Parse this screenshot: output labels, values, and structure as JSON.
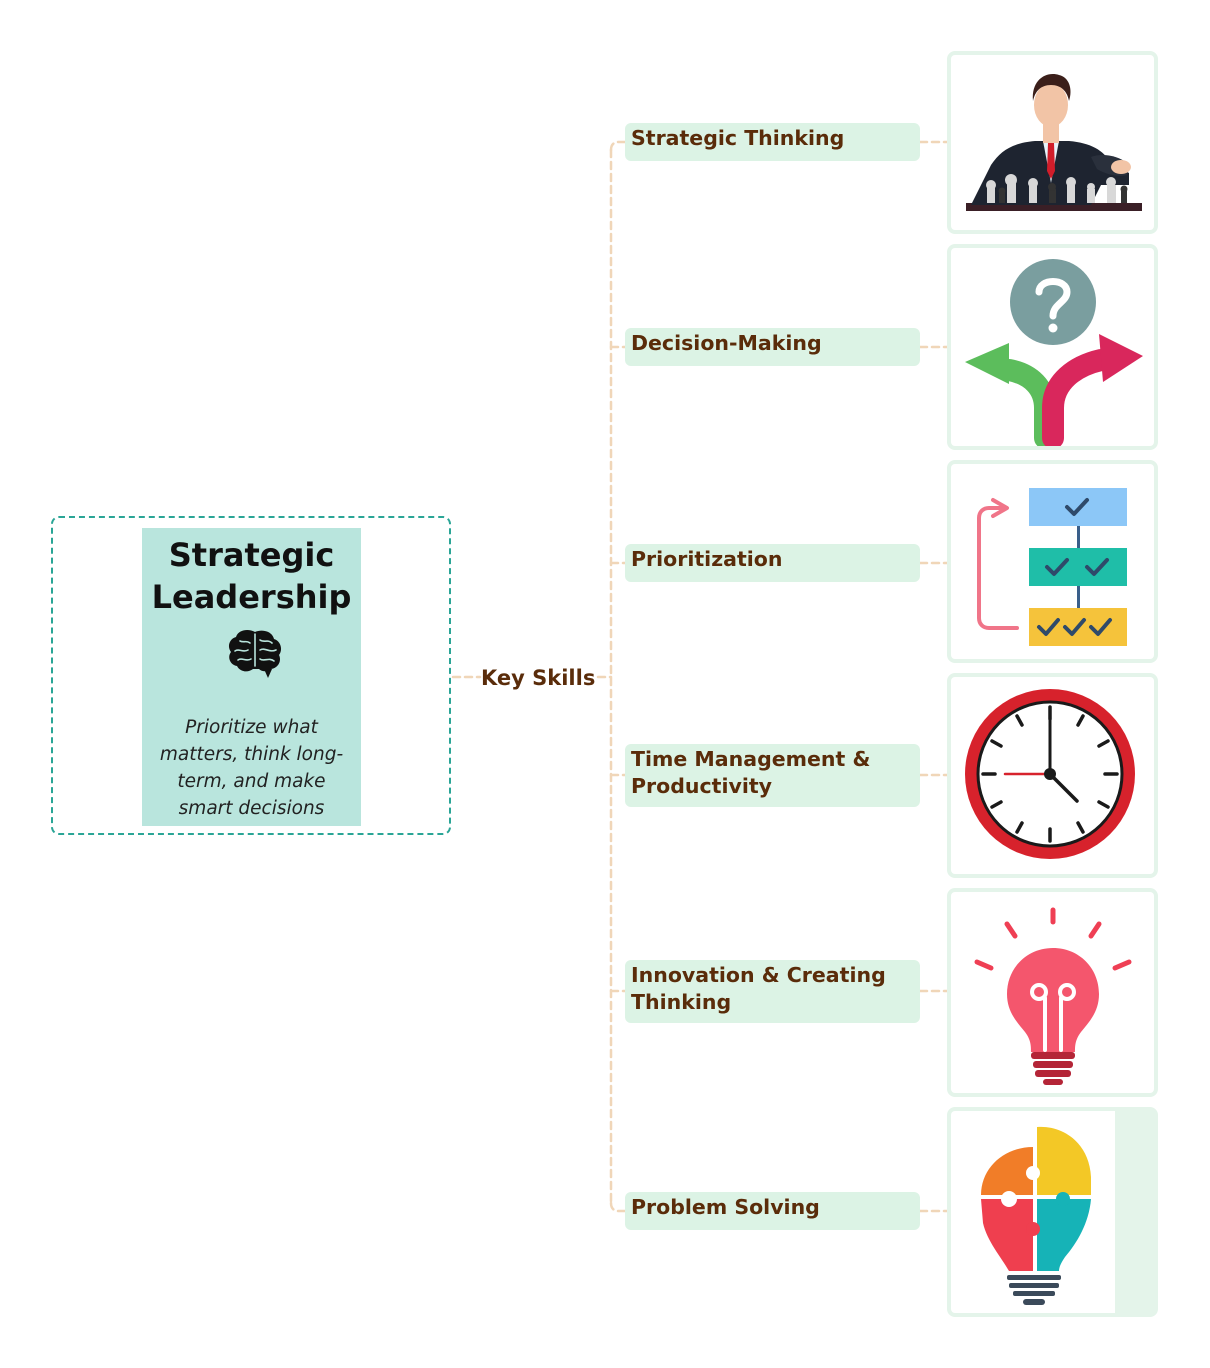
{
  "central": {
    "title": "Strategic Leadership",
    "subtitle": "Prioritize what matters, think long-term, and make smart decisions",
    "brain_icon": "brain-icon",
    "frame_color": "#2aa596",
    "background_color": "#b9e5dd"
  },
  "branch": {
    "label": "Key Skills",
    "text_color": "#5a2c0a",
    "connector_color": "#f0d6b8"
  },
  "topics": [
    {
      "label": "Strategic Thinking",
      "image_icon": "chess-strategist-icon"
    },
    {
      "label": "Decision-Making",
      "image_icon": "question-crossroads-icon"
    },
    {
      "label": "Prioritization",
      "image_icon": "priority-checklist-icon"
    },
    {
      "label": "Time Management & Productivity",
      "image_icon": "wall-clock-icon"
    },
    {
      "label": "Innovation & Creating Thinking",
      "image_icon": "lightbulb-idea-icon"
    },
    {
      "label": "Problem Solving",
      "image_icon": "puzzle-lightbulb-icon"
    }
  ],
  "topic_background": "#dcf3e5"
}
